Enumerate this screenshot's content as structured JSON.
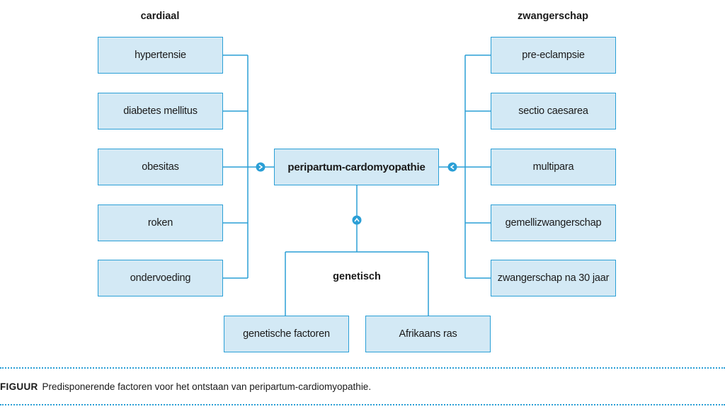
{
  "headings": {
    "cardiac": "cardiaal",
    "pregnancy": "zwangerschap",
    "genetic": "genetisch"
  },
  "center": "peripartum-cardomyopathie",
  "cardiac_factors": [
    "hypertensie",
    "diabetes mellitus",
    "obesitas",
    "roken",
    "ondervoeding"
  ],
  "pregnancy_factors": [
    "pre-eclampsie",
    "sectio caesarea",
    "multipara",
    "gemellizwangerschap",
    "zwangerschap na 30 jaar"
  ],
  "genetic_factors": [
    "genetische factoren",
    "Afrikaans ras"
  ],
  "caption": {
    "label": "FIGUUR",
    "text": "Predisponerende factoren voor het ontstaan van peripartum-cardiomyopathie."
  },
  "colors": {
    "box_fill": "#d3e9f5",
    "line": "#2a9fd6",
    "arrow": "#2a9fd6"
  },
  "arrow_icons": [
    "chevron-right-icon",
    "chevron-left-icon",
    "chevron-up-icon"
  ]
}
